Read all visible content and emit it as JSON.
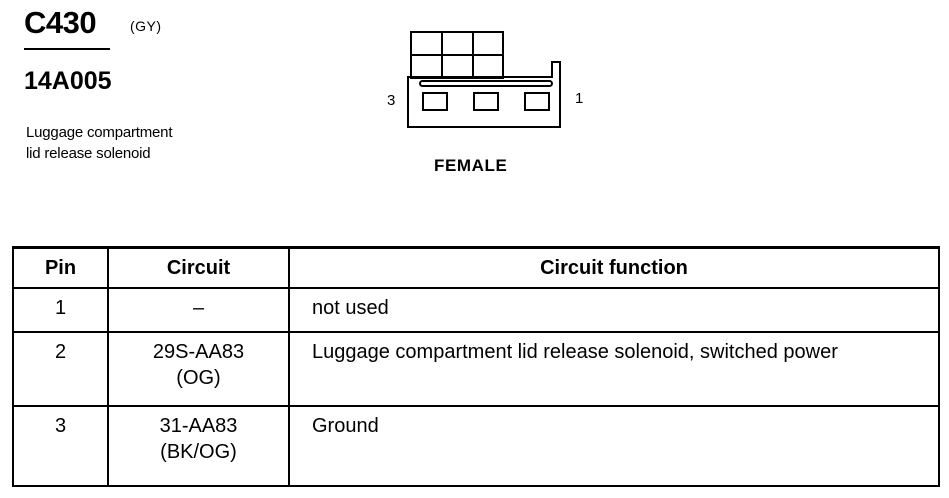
{
  "connector": {
    "id": "C430",
    "color": "(GY)",
    "part_number": "14A005",
    "description_lines": [
      "Luggage compartment",
      "lid release solenoid"
    ],
    "gender": "FEMALE",
    "pin_left": "3",
    "pin_right": "1"
  },
  "table": {
    "headers": {
      "pin": "Pin",
      "circuit": "Circuit",
      "function": "Circuit function"
    },
    "rows": [
      {
        "pin": "1",
        "circuit": "–",
        "circuit_color": "",
        "function": "not used"
      },
      {
        "pin": "2",
        "circuit": "29S-AA83",
        "circuit_color": "(OG)",
        "function": "Luggage compartment lid release solenoid, switched power"
      },
      {
        "pin": "3",
        "circuit": "31-AA83",
        "circuit_color": "(BK/OG)",
        "function": "Ground"
      }
    ]
  }
}
